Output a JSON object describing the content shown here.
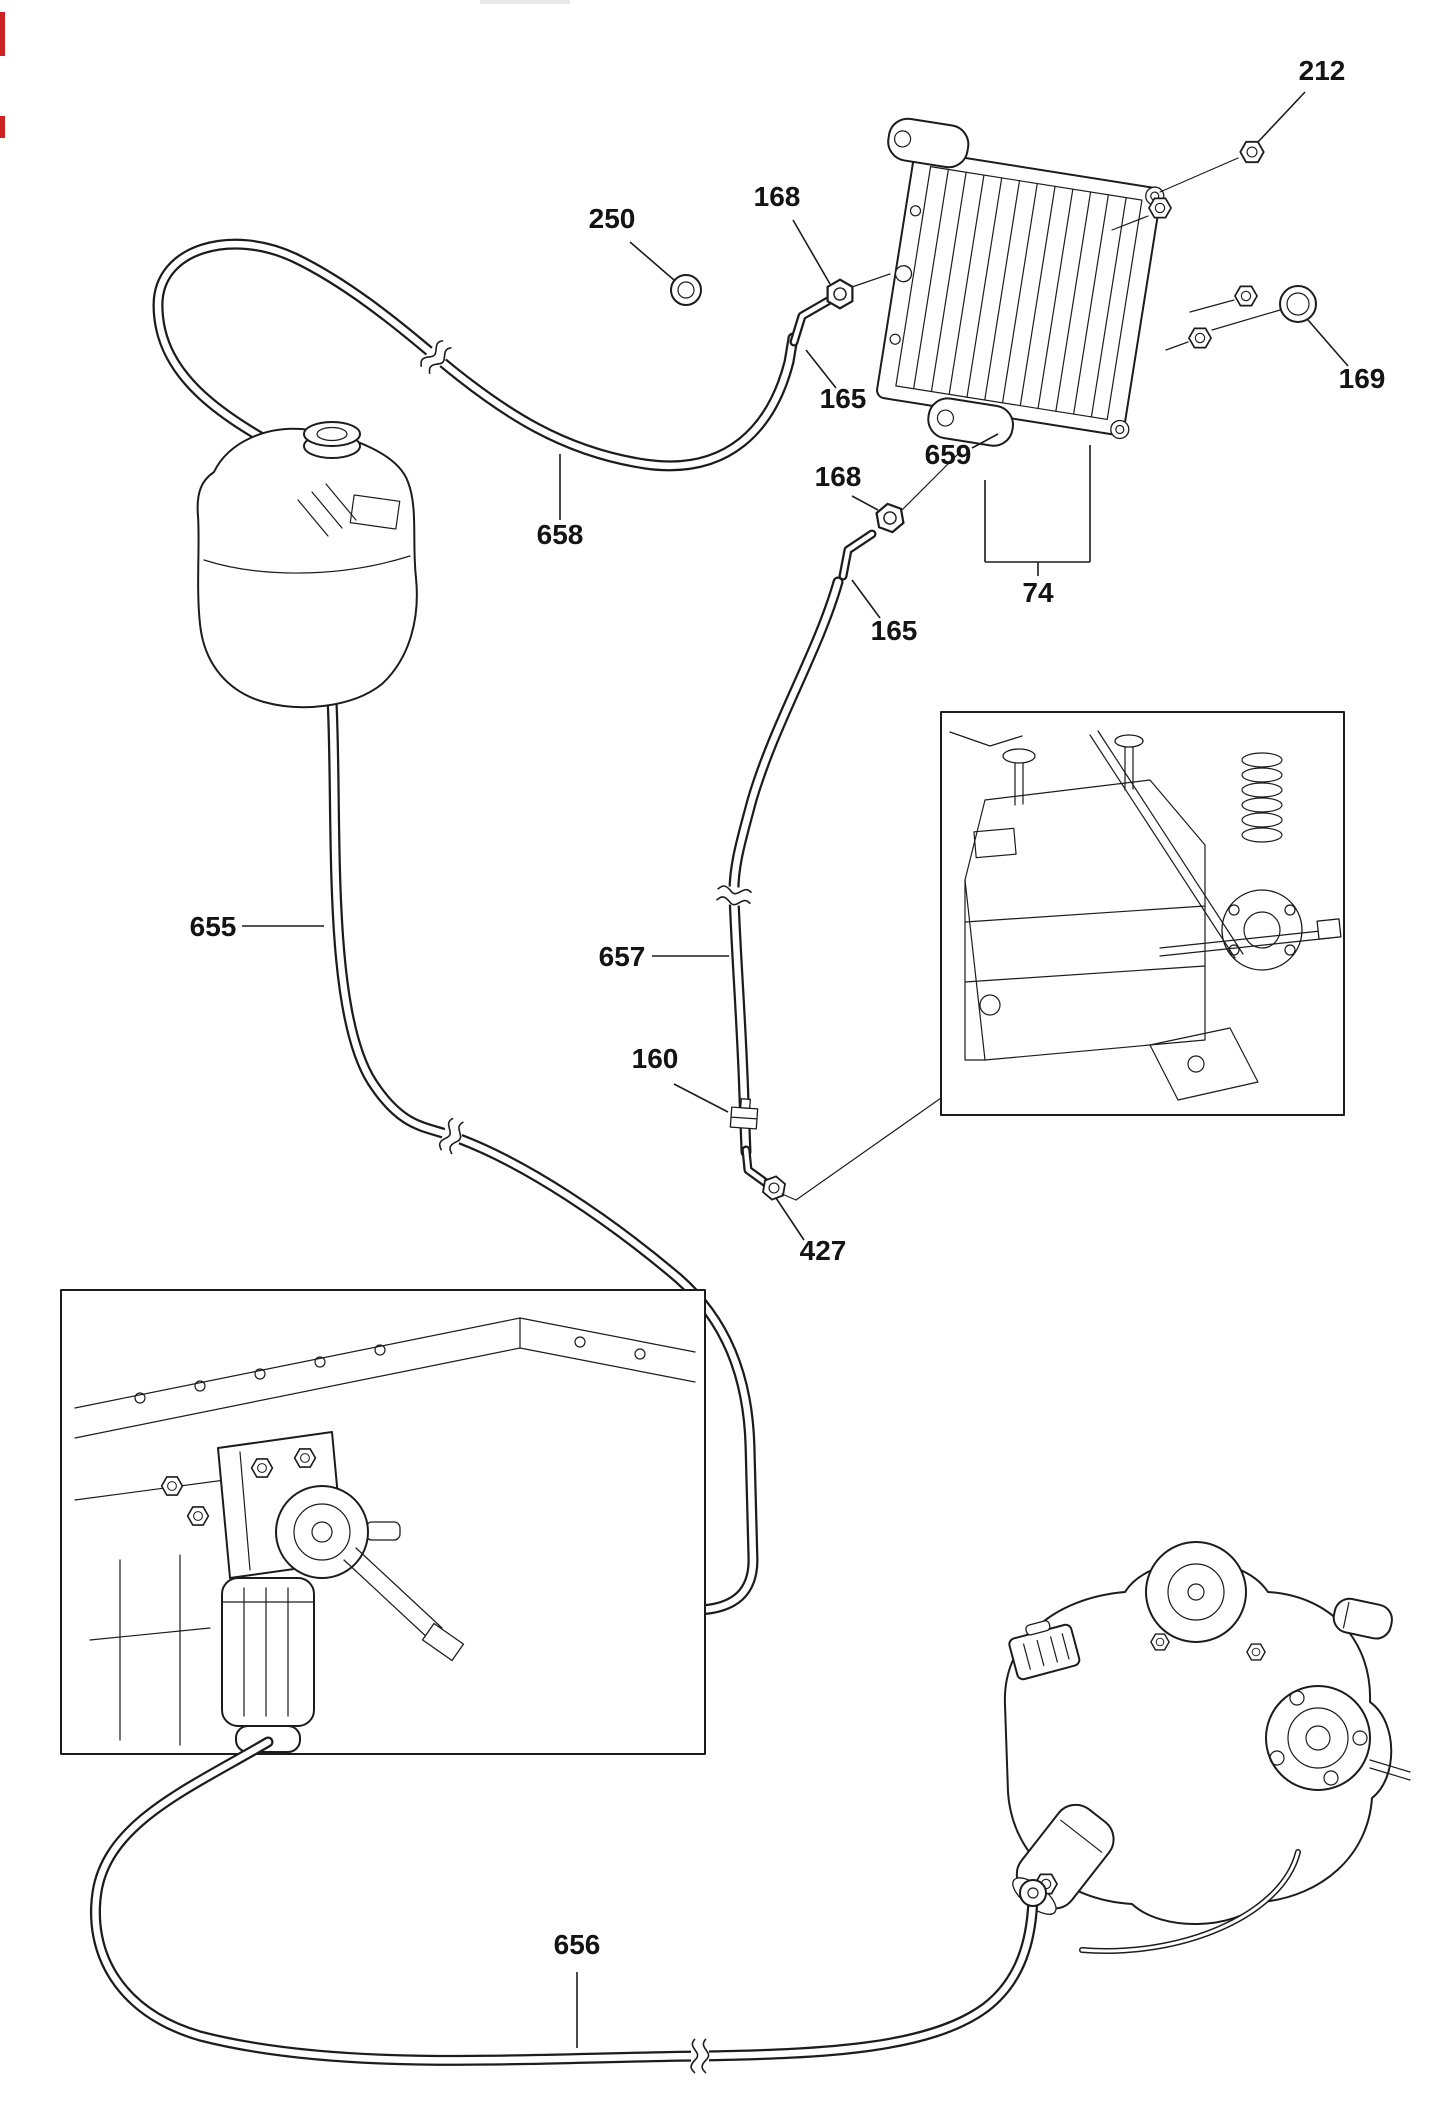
{
  "figure": {
    "background": "#ffffff",
    "line_color": "#1c1c1c",
    "text_color": "#141414",
    "artifact_color": "#cc2222"
  },
  "callouts": [
    {
      "label": "212",
      "part": "mounting-bolt"
    },
    {
      "label": "250",
      "part": "cap-nut"
    },
    {
      "label": "168",
      "part": "union-nut-upper"
    },
    {
      "label": "165",
      "part": "elbow-fitting-upper"
    },
    {
      "label": "658",
      "part": "fuel-hose-tank-to-cooler"
    },
    {
      "label": "168",
      "part": "union-nut-lower"
    },
    {
      "label": "659",
      "part": "cooler-end-section"
    },
    {
      "label": "74",
      "part": "fuel-cooler-assembly"
    },
    {
      "label": "165",
      "part": "elbow-fitting-lower"
    },
    {
      "label": "169",
      "part": "plug"
    },
    {
      "label": "655",
      "part": "fuel-hose-tank-to-filter"
    },
    {
      "label": "657",
      "part": "fuel-hose-cooler-to-engine"
    },
    {
      "label": "160",
      "part": "hose-clamp"
    },
    {
      "label": "427",
      "part": "elbow-connector"
    },
    {
      "label": "656",
      "part": "fuel-hose-filter-to-pump"
    }
  ]
}
